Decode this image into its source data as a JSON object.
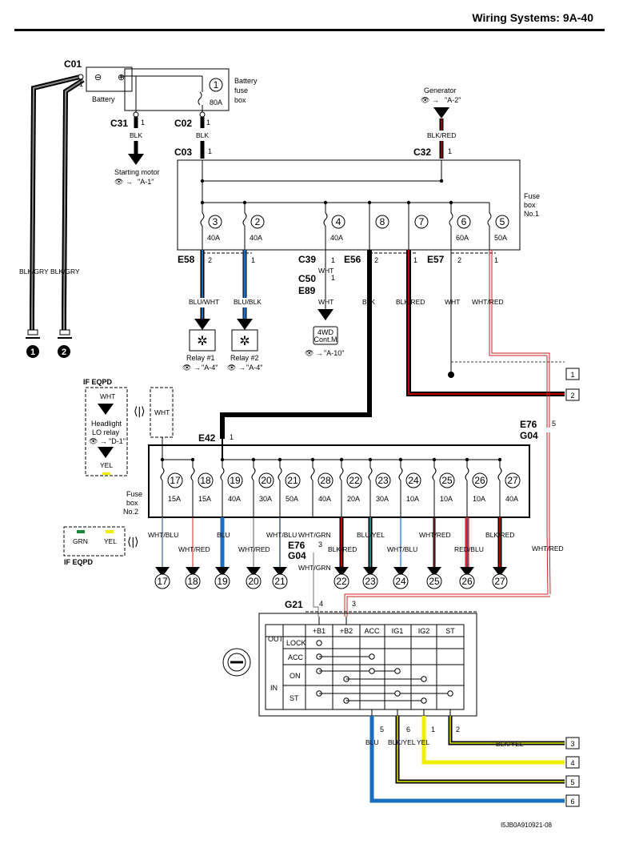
{
  "header": {
    "title": "Wiring Systems:   9A-40"
  },
  "footer_code": "I5JB0A910921-08",
  "battery": {
    "connector": "C01",
    "pin": "1",
    "label": "Battery",
    "minus": "⊖",
    "plus": "⊕"
  },
  "battery_fuse_box": {
    "label_line1": "Battery",
    "label_line2": "fuse",
    "label_line3": "box",
    "fuse_num": "1",
    "fuse_amp": "80A"
  },
  "connectors": {
    "c31": "C31",
    "c02": "C02",
    "c03": "C03",
    "c32": "C32",
    "e58": "E58",
    "c39": "C39",
    "e56": "E56",
    "e57": "E57",
    "c50": "C50",
    "e89": "E89",
    "e42": "E42",
    "e76a": "E76",
    "g04a": "G04",
    "e76b": "E76",
    "g04b": "G04",
    "g21": "G21"
  },
  "pins": {
    "one": "1",
    "two": "2",
    "three": "3",
    "four": "4",
    "five": "5",
    "six": "6"
  },
  "wires": {
    "blk_gry": "BLK/GRY",
    "blk": "BLK",
    "blk_red": "BLK/RED",
    "blu_wht": "BLU/WHT",
    "blu_blk": "BLU/BLK",
    "wht": "WHT",
    "wht_red": "WHT/RED",
    "wht_blu": "WHT/BLU",
    "blu": "BLU",
    "wht_grn": "WHT/GRN",
    "blu_yel": "BLU/YEL",
    "red_blu": "RED/BLU",
    "blk_yel": "BLK/YEL",
    "yel": "YEL",
    "grn": "GRN"
  },
  "starting_motor": {
    "label": "Starting motor",
    "ref": "\"A-1\""
  },
  "generator": {
    "label": "Generator",
    "ref": "\"A-2\""
  },
  "fuse_box_1": {
    "label_line1": "Fuse",
    "label_line2": "box",
    "label_line3": "No.1",
    "fuses": [
      {
        "num": "3",
        "amp": "40A"
      },
      {
        "num": "2",
        "amp": "40A"
      },
      {
        "num": "4",
        "amp": "40A"
      },
      {
        "num": "8",
        "amp": ""
      },
      {
        "num": "7",
        "amp": ""
      },
      {
        "num": "6",
        "amp": "60A"
      },
      {
        "num": "5",
        "amp": "50A"
      }
    ]
  },
  "relay1": {
    "label": "Relay #1",
    "ref": "\"A-4\""
  },
  "relay2": {
    "label": "Relay #2",
    "ref": "\"A-4\""
  },
  "module_4wd": {
    "line1": "4WD",
    "line2": "Cont.M",
    "ref": "\"A-10\""
  },
  "if_eqpd_top": {
    "label": "IF EQPD",
    "relay_line1": "Headlight",
    "relay_line2": "LO relay",
    "ref": "\"D-1\""
  },
  "if_eqpd_bottom": {
    "label": "IF EQPD"
  },
  "fuse_box_2": {
    "label_line1": "Fuse",
    "label_line2": "box",
    "label_line3": "No.2",
    "fuses": [
      {
        "num": "17",
        "amp": "15A"
      },
      {
        "num": "18",
        "amp": "15A"
      },
      {
        "num": "19",
        "amp": "40A"
      },
      {
        "num": "20",
        "amp": "30A"
      },
      {
        "num": "21",
        "amp": "50A"
      },
      {
        "num": "28",
        "amp": "40A"
      },
      {
        "num": "22",
        "amp": "20A"
      },
      {
        "num": "23",
        "amp": "30A"
      },
      {
        "num": "24",
        "amp": "10A"
      },
      {
        "num": "25",
        "amp": "10A"
      },
      {
        "num": "26",
        "amp": "10A"
      },
      {
        "num": "27",
        "amp": "40A"
      }
    ]
  },
  "outputs": [
    "17",
    "18",
    "19",
    "20",
    "21",
    "22",
    "23",
    "24",
    "25",
    "26",
    "27"
  ],
  "ground_refs": [
    "1",
    "2"
  ],
  "side_refs": [
    "1",
    "2",
    "3",
    "4",
    "5",
    "6"
  ],
  "ignition_switch": {
    "columns": [
      "+B1",
      "+B2",
      "ACC",
      "IG1",
      "IG2",
      "ST"
    ],
    "out_label": "OUT",
    "in_label": "IN",
    "rows": [
      "LOCK",
      "ACC",
      "ON",
      "ST"
    ]
  }
}
